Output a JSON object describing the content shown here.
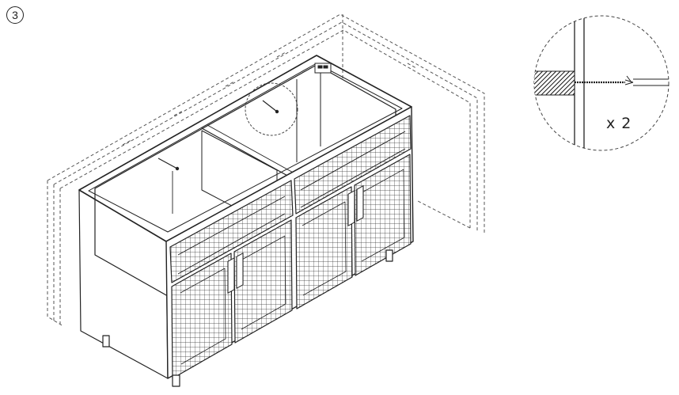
{
  "diagram": {
    "step_number": "3",
    "quantity_label": "x 2",
    "colors": {
      "ink": "#222222",
      "fill": "#ffffff",
      "hatch": "#222222"
    },
    "icons": [
      "step-number-badge",
      "wall-screw-icon",
      "mesh-panel"
    ]
  }
}
